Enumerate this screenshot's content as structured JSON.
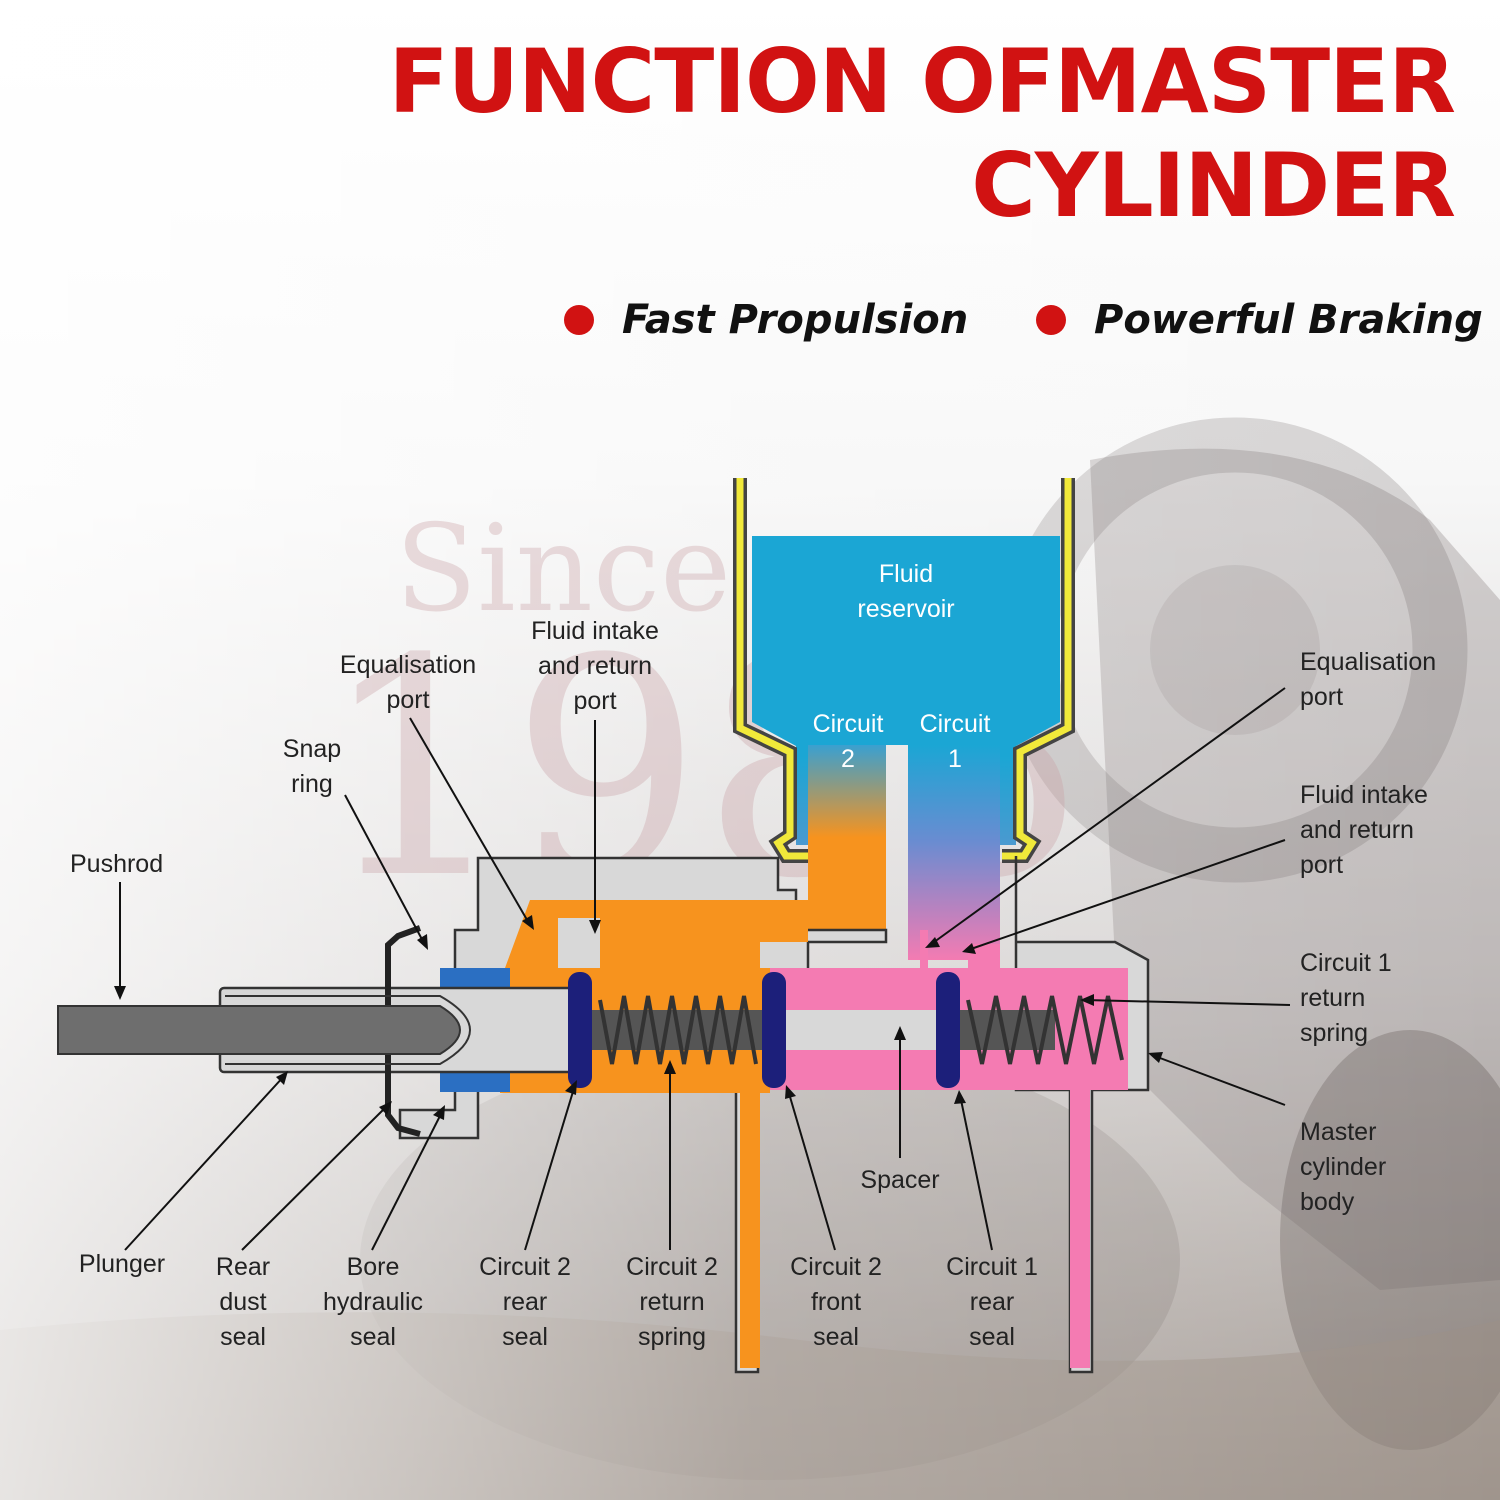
{
  "title": {
    "line1": "FUNCTION OFMASTER",
    "line2": "CYLINDER"
  },
  "bullets": [
    {
      "text": "Fast Propulsion"
    },
    {
      "text": "Powerful Braking"
    }
  ],
  "watermark": {
    "word": "Since",
    "year": "1986"
  },
  "colors": {
    "accent": "#d11212",
    "reservoir": "#1ba6d4",
    "circuit_2": "#f7931e",
    "circuit_1": "#f47bb2",
    "seal_blue": "#2b6fc2",
    "seal_navy": "#1c1f7a",
    "reservoir_wall": "#f1e93a"
  },
  "labels": {
    "pushrod": "Pushrod",
    "snap_ring": "Snap\nring",
    "equalisation_port_left": "Equalisation\nport",
    "fluid_intake_left": "Fluid intake\nand return\nport",
    "fluid_reservoir": "Fluid\nreservoir",
    "circuit_2": "Circuit\n2",
    "circuit_1": "Circuit\n1",
    "equalisation_port_right": "Equalisation\nport",
    "fluid_intake_right": "Fluid intake\nand return\nport",
    "circuit_1_return_spring": "Circuit 1\nreturn\nspring",
    "master_cylinder_body": "Master\ncylinder\nbody",
    "spacer": "Spacer",
    "plunger": "Plunger",
    "rear_dust_seal": "Rear\ndust\nseal",
    "bore_hydraulic_seal": "Bore\nhydraulic\nseal",
    "circuit_2_rear_seal": "Circuit 2\nrear\nseal",
    "circuit_2_return_spring": "Circuit 2\nreturn\nspring",
    "circuit_2_front_seal": "Circuit 2\nfront\nseal",
    "circuit_1_rear_seal": "Circuit 1\nrear\nseal"
  }
}
